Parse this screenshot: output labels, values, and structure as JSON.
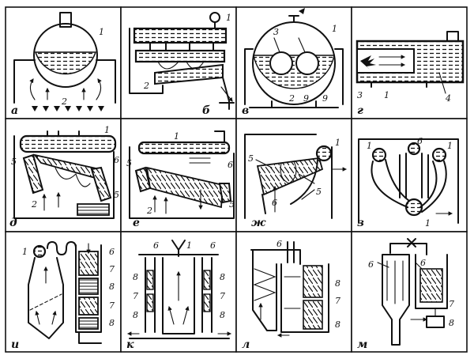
{
  "panels": [
    {
      "id": "a",
      "letter": "а",
      "numbers": [
        "1",
        "2"
      ]
    },
    {
      "id": "b",
      "letter": "б",
      "numbers": [
        "1",
        "2"
      ]
    },
    {
      "id": "v",
      "letter": "в",
      "numbers": [
        "1",
        "3",
        "2",
        "9",
        "9"
      ]
    },
    {
      "id": "g",
      "letter": "г",
      "numbers": [
        "3",
        "1",
        "4"
      ]
    },
    {
      "id": "d",
      "letter": "д",
      "numbers": [
        "1",
        "5",
        "6",
        "5",
        "2"
      ]
    },
    {
      "id": "e",
      "letter": "е",
      "numbers": [
        "1",
        "5",
        "6",
        "5",
        "2"
      ]
    },
    {
      "id": "zh",
      "letter": "ж",
      "numbers": [
        "1",
        "5",
        "5",
        "6"
      ]
    },
    {
      "id": "z",
      "letter": "з",
      "numbers": [
        "1",
        "6",
        "1",
        "1"
      ]
    },
    {
      "id": "i",
      "letter": "и",
      "numbers": [
        "1",
        "6",
        "7",
        "8",
        "7",
        "8"
      ]
    },
    {
      "id": "k",
      "letter": "к",
      "numbers": [
        "6",
        "1",
        "6",
        "8",
        "8",
        "7",
        "7",
        "8",
        "8"
      ]
    },
    {
      "id": "l",
      "letter": "л",
      "numbers": [
        "6",
        "8",
        "7",
        "8"
      ]
    },
    {
      "id": "m",
      "letter": "м",
      "numbers": [
        "6",
        "6",
        "7",
        "8"
      ]
    }
  ]
}
